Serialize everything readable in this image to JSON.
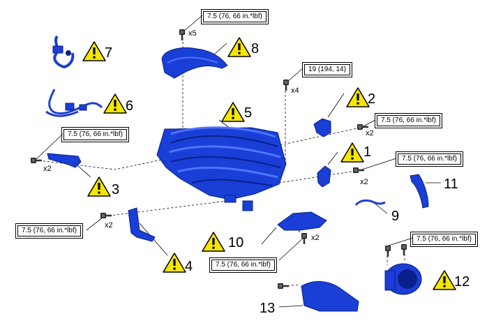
{
  "torque_labels": {
    "t8": "7.5 (76, 66 in.*lbf)",
    "t19": "19 (194, 14)",
    "t2": "7.5 (76, 66 in.*lbf)",
    "t3": "7.5 (76, 66 in.*lbf)",
    "t1": "7.5 (76, 66 in.*lbf)",
    "t4": "7.5 (76, 66 in.*lbf)",
    "t12": "7.5 (76, 66 in.*lbf)",
    "t10": "7.5 (76, 66 in.*lbf)"
  },
  "quantities": {
    "q8": "x5",
    "q19": "x4",
    "q2": "x2",
    "q3": "x2",
    "q1": "x2",
    "q4": "x2",
    "q10": "x2"
  },
  "callouts": {
    "n1": "1",
    "n2": "2",
    "n3": "3",
    "n4": "4",
    "n5": "5",
    "n6": "6",
    "n7": "7",
    "n8": "8",
    "n9": "9",
    "n10": "10",
    "n11": "11",
    "n12": "12",
    "n13": "13"
  },
  "colors": {
    "part_blue": "#1a3fd6",
    "part_dark": "#0a1f8a",
    "warning_yellow": "#f5e600"
  }
}
